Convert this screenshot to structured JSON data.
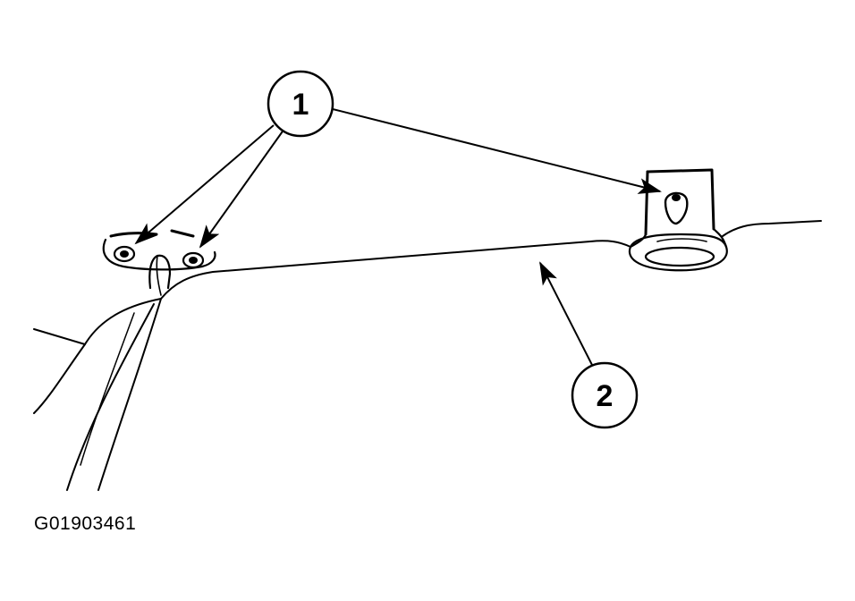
{
  "diagram": {
    "callouts": [
      {
        "id": "1",
        "label": "1"
      },
      {
        "id": "2",
        "label": "2"
      }
    ],
    "figure_code": "G01903461",
    "line_color": "#000000",
    "background_color": "#ffffff"
  }
}
